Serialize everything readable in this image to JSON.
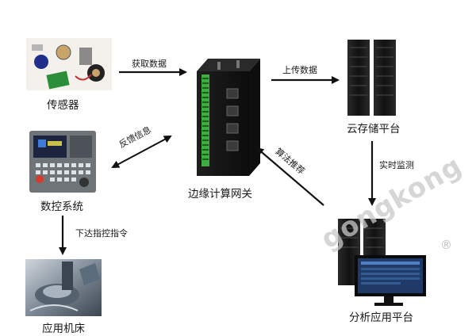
{
  "nodes": {
    "sensor": {
      "label": "传感器"
    },
    "cloud": {
      "label": "云存储平台"
    },
    "gateway": {
      "label": "边缘计算网关"
    },
    "cnc": {
      "label": "数控系统"
    },
    "machine": {
      "label": "应用机床"
    },
    "analysis": {
      "label": "分析应用平台"
    }
  },
  "edges": {
    "get_data": "获取数据",
    "upload_data": "上传数据",
    "feedback": "反馈信息",
    "algorithm": "算法推荐",
    "monitor": "实时监测",
    "command": "下达指控指令"
  },
  "watermark": {
    "text": "gongkong",
    "mark": "®"
  },
  "colors": {
    "arrow": "#111111",
    "rack": "#1c1c1c",
    "led": "#3fae3f"
  }
}
